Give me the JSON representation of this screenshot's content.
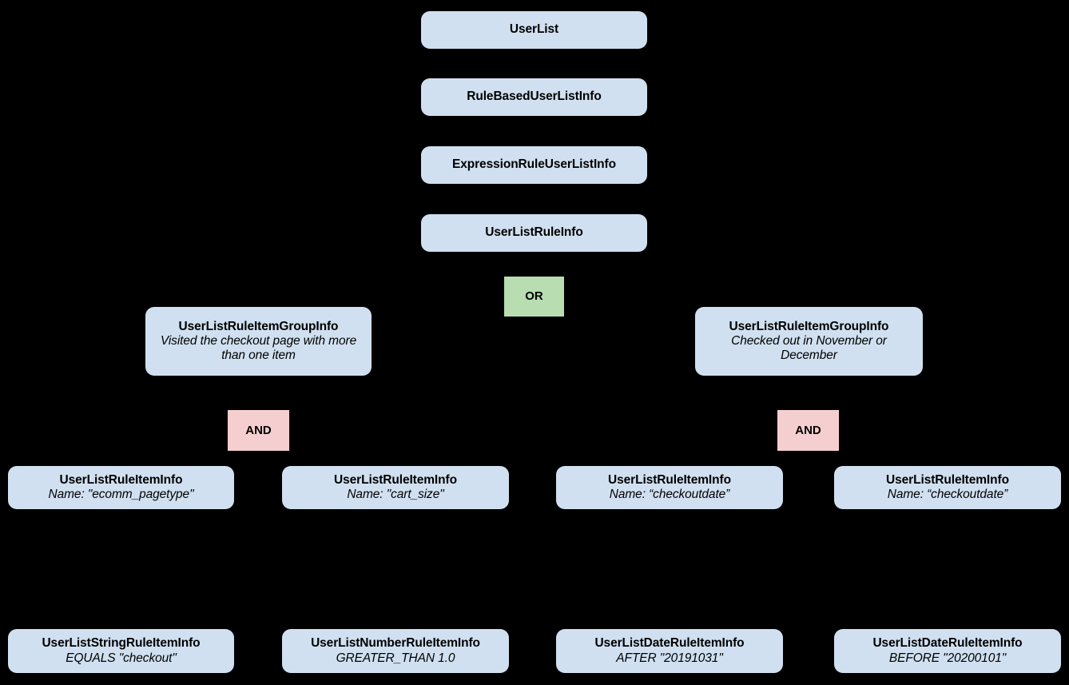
{
  "diagram": {
    "background_color": "#000000",
    "entity_fill": "#d0e0f0",
    "or_fill": "#b7ddb0",
    "and_fill": "#f5cfd0",
    "edge_color": "#000000",
    "text_color": "#000000"
  },
  "nodes": {
    "user_list": {
      "title": "UserList"
    },
    "rule_based_user_list_info": {
      "title": "RuleBasedUserListInfo"
    },
    "expression_rule_user_list_info": {
      "title": "ExpressionRuleUserListInfo"
    },
    "user_list_rule_info": {
      "title": "UserListRuleInfo"
    },
    "or_operator": {
      "label": "OR"
    },
    "group_left": {
      "title": "UserListRuleItemGroupInfo",
      "subtitle": "Visited the checkout page with more than one item"
    },
    "group_right": {
      "title": "UserListRuleItemGroupInfo",
      "subtitle": "Checked out in November or December"
    },
    "and_operator_left": {
      "label": "AND"
    },
    "and_operator_right": {
      "label": "AND"
    },
    "rule_item_1": {
      "title": "UserListRuleItemInfo",
      "subtitle": "Name: \"ecomm_pagetype\""
    },
    "rule_item_2": {
      "title": "UserListRuleItemInfo",
      "subtitle": "Name: \"cart_size\""
    },
    "rule_item_3": {
      "title": "UserListRuleItemInfo",
      "subtitle": "Name: “checkoutdate”"
    },
    "rule_item_4": {
      "title": "UserListRuleItemInfo",
      "subtitle": "Name: “checkoutdate”"
    },
    "leaf_1": {
      "title": "UserListStringRuleItemInfo",
      "subtitle": "EQUALS \"checkout\""
    },
    "leaf_2": {
      "title": "UserListNumberRuleItemInfo",
      "subtitle": "GREATER_THAN 1.0"
    },
    "leaf_3": {
      "title": "UserListDateRuleItemInfo",
      "subtitle": "AFTER \"20191031\""
    },
    "leaf_4": {
      "title": "UserListDateRuleItemInfo",
      "subtitle": "BEFORE \"20200101\""
    }
  }
}
